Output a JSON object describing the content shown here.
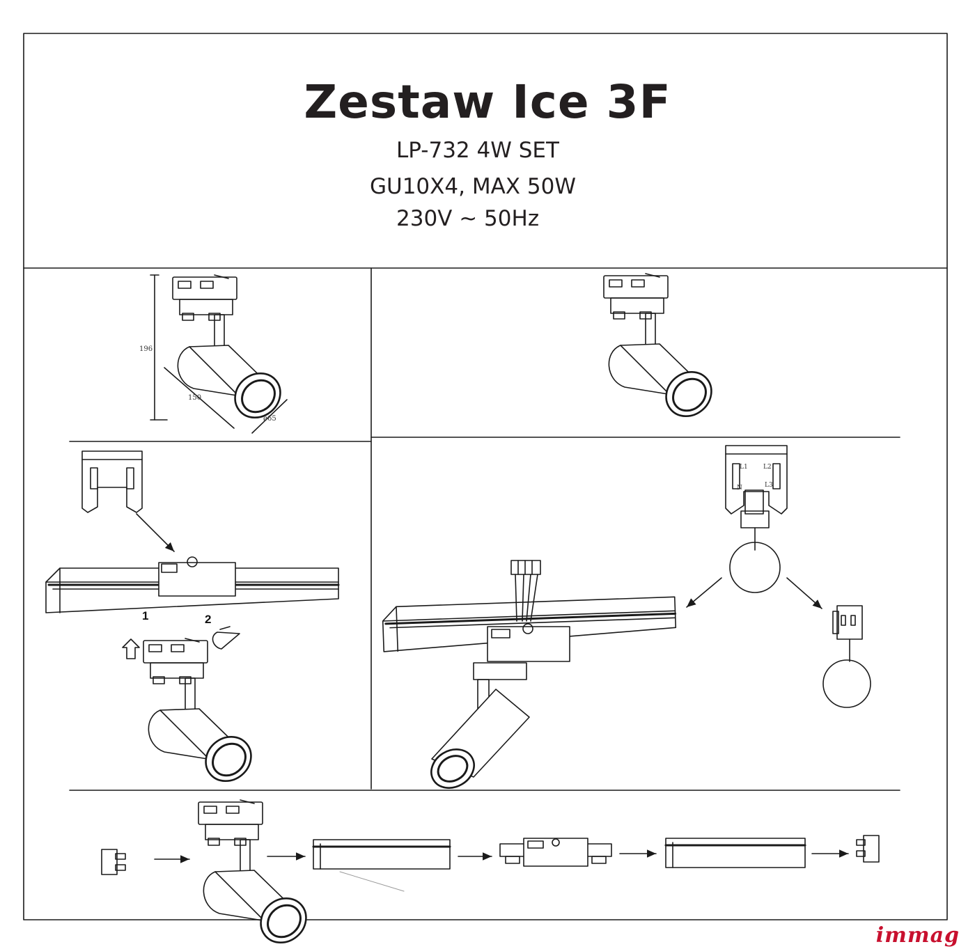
{
  "title": "Zestaw Ice 3F",
  "specs": {
    "model": "LP-732 4W SET",
    "lamps": "GU10X4, MAX 50W",
    "power": "230V ~ 50Hz"
  },
  "dimensions": {
    "height": "196",
    "length": "150",
    "diameter": "ø65"
  },
  "steps": {
    "step1": "1",
    "step2": "2"
  },
  "phases": {
    "l1": "L1",
    "l2": "L2",
    "l3": "L3",
    "n": "N"
  },
  "brand": "immag",
  "colors": {
    "line": "#1a1a1a",
    "brand": "#c8102e"
  }
}
